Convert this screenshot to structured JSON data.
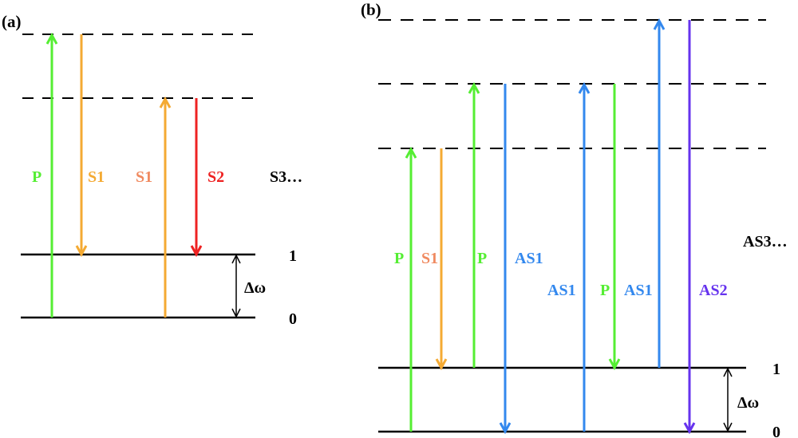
{
  "panel_a": {
    "label": "(a)",
    "labels": {
      "p": "P",
      "s1_down": "S1",
      "s1_up": "S1",
      "s2": "S2",
      "s3": "S3…",
      "level1": "1",
      "level0": "0",
      "delta": "Δω"
    }
  },
  "panel_b": {
    "label": "(b)",
    "labels": {
      "p1": "P",
      "s1": "S1",
      "p2": "P",
      "as1_a": "AS1",
      "as1_b": "AS1",
      "p3": "P",
      "as1_c": "AS1",
      "as2": "AS2",
      "as3": "AS3…",
      "level1": "1",
      "level0": "0",
      "delta": "Δω"
    }
  },
  "colors": {
    "pump": "#55ee33",
    "stokes1": "#f4aa33",
    "stokes1_label": "#f08a60",
    "stokes2": "#ee2222",
    "antistokes1": "#3388ee",
    "antistokes2": "#6633ee",
    "line": "#000000"
  }
}
